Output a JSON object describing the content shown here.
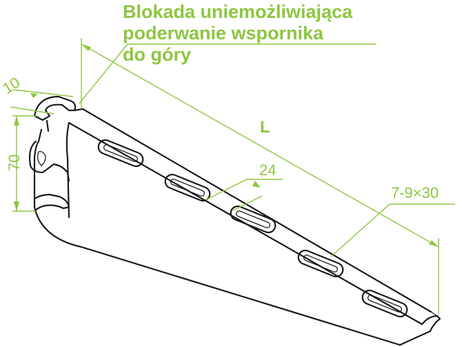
{
  "callout": {
    "line1": "Blokada uniemożliwiająca",
    "line2": "poderwanie wspornika",
    "line3": "do góry"
  },
  "dimensions": {
    "thickness": "10",
    "height": "70",
    "length": "L",
    "slot_spacing": "24",
    "slots": "7-9×30"
  },
  "colors": {
    "annotation": "#8dc63f",
    "drawing": "#1a1a1a"
  }
}
